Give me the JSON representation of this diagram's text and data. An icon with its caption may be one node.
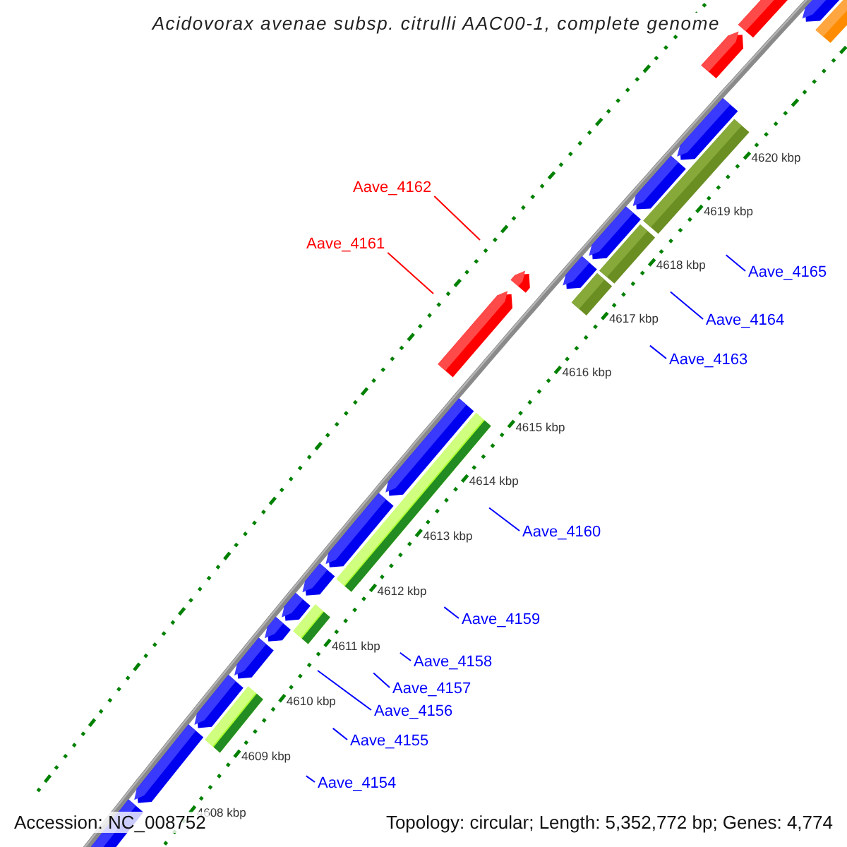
{
  "diagram": {
    "title": "Acidovorax avenae subsp. citrulli AAC00-1, complete genome",
    "nodes": [
      {
        "text": [
          "Aave_4162"
        ]
      },
      {
        "text": [
          "Aave_4161"
        ]
      },
      {
        "text": [
          "Aave_4165"
        ]
      },
      {
        "text": [
          "Aave_4164"
        ]
      },
      {
        "text": [
          "Aave_4163"
        ]
      },
      {
        "text": [
          "Aave_4160"
        ]
      },
      {
        "text": [
          "Aave_4159"
        ]
      },
      {
        "text": [
          "Aave_4158"
        ]
      },
      {
        "text": [
          "Aave_4157"
        ]
      },
      {
        "text": [
          "Aave_4156"
        ]
      },
      {
        "text": [
          "Aave_4155"
        ]
      },
      {
        "text": [
          "Aave_4154"
        ]
      }
    ],
    "edges": [
      {
        "from": 0,
        "to": null,
        "arrow": "none",
        "color": "#ff0000"
      },
      {
        "from": 1,
        "to": null,
        "arrow": "none",
        "color": "#ff0000"
      },
      {
        "from": 2,
        "to": null,
        "arrow": "none"
      },
      {
        "from": 3,
        "to": null,
        "arrow": "none"
      },
      {
        "from": 4,
        "to": null,
        "arrow": "none"
      },
      {
        "from": 5,
        "to": null,
        "arrow": "none"
      },
      {
        "from": 6,
        "to": null,
        "arrow": "none"
      },
      {
        "from": 7,
        "to": null,
        "arrow": "none"
      },
      {
        "from": 8,
        "to": null,
        "arrow": "none"
      },
      {
        "from": 9,
        "to": null,
        "arrow": "none"
      },
      {
        "from": 10,
        "to": null,
        "arrow": "none"
      },
      {
        "from": 11,
        "to": null,
        "arrow": "none"
      }
    ],
    "labels": [
      "4620 kbp",
      "4619 kbp",
      "4618 kbp",
      "4617 kbp",
      "4616 kbp",
      "4615 kbp",
      "4614 kbp",
      "4613 kbp",
      "4612 kbp",
      "4611 kbp",
      "4610 kbp",
      "4609 kbp",
      "4608 kbp",
      "Accession: NC_008752",
      "Topology: circular; Length: 5,352,772 bp; Genes: 4,774"
    ]
  }
}
